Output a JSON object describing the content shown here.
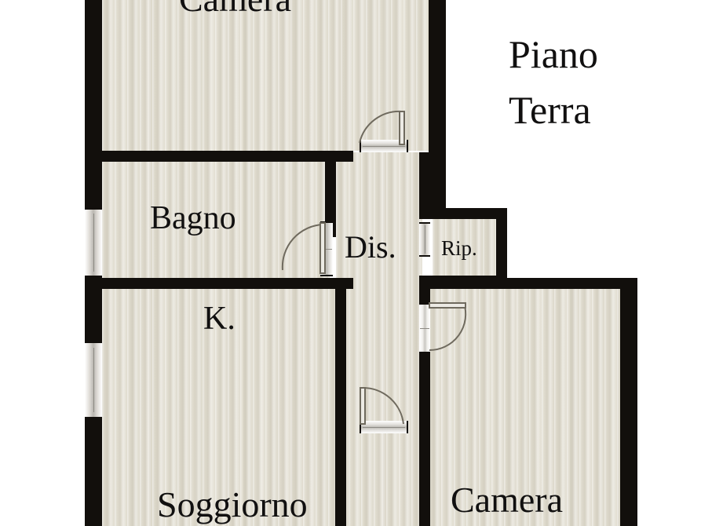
{
  "document": {
    "kind": "floor-plan",
    "title": "Piano Terra",
    "title_lines": "Piano\nTerra",
    "language": "it"
  },
  "palette": {
    "background": "#ffffff",
    "wall": "#120f0c",
    "floor": "#e2ded1",
    "door_stroke": "#6f6a5e",
    "window_glass": "#bcbab4",
    "text": "#111010"
  },
  "rooms": [
    {
      "id": "camera-top",
      "label": "Camera",
      "name_en": "bedroom",
      "label_clipped_top": true
    },
    {
      "id": "bagno",
      "label": "Bagno",
      "name_en": "bathroom",
      "label_clipped_top": false
    },
    {
      "id": "kitchen",
      "label": "K.",
      "name_en": "kitchen",
      "label_clipped_top": false
    },
    {
      "id": "corridor",
      "label": "Dis.",
      "name_en": "hallway",
      "label_clipped_top": false
    },
    {
      "id": "closet",
      "label": "Rip.",
      "name_en": "storage",
      "label_clipped_top": false
    },
    {
      "id": "soggiorno",
      "label": "Soggiorno",
      "name_en": "living room",
      "label_clipped_bottom": true
    },
    {
      "id": "camera-bot",
      "label": "Camera",
      "name_en": "bedroom",
      "label_clipped_bottom": true
    }
  ],
  "openings": {
    "doors": [
      {
        "id": "door-camera-top",
        "room": "camera-top",
        "swing": "left-up"
      },
      {
        "id": "door-bagno",
        "room": "bagno",
        "swing": "left-down"
      },
      {
        "id": "door-camera-bot",
        "room": "camera-bot",
        "swing": "right-down"
      },
      {
        "id": "door-soggiorno",
        "room": "soggiorno",
        "swing": "right-up"
      }
    ],
    "windows": [
      {
        "id": "window-bagno",
        "wall": "west"
      },
      {
        "id": "window-kitchen",
        "wall": "west"
      },
      {
        "id": "window-closet",
        "wall": "west-closet"
      }
    ]
  }
}
